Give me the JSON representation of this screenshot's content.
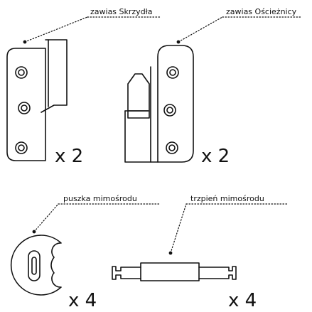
{
  "labels": {
    "sash_hinge": "zawias Skrzydła",
    "frame_hinge": "zawias Ościeżnicy",
    "cam_housing": "puszka mimośrodu",
    "cam_pin": "trzpień mimośrodu"
  },
  "quantities": {
    "sash_hinge": "x 2",
    "frame_hinge": "x 2",
    "cam_housing": "x 4",
    "cam_pin": "x 4"
  },
  "colors": {
    "stroke": "#111111",
    "background": "#ffffff"
  }
}
